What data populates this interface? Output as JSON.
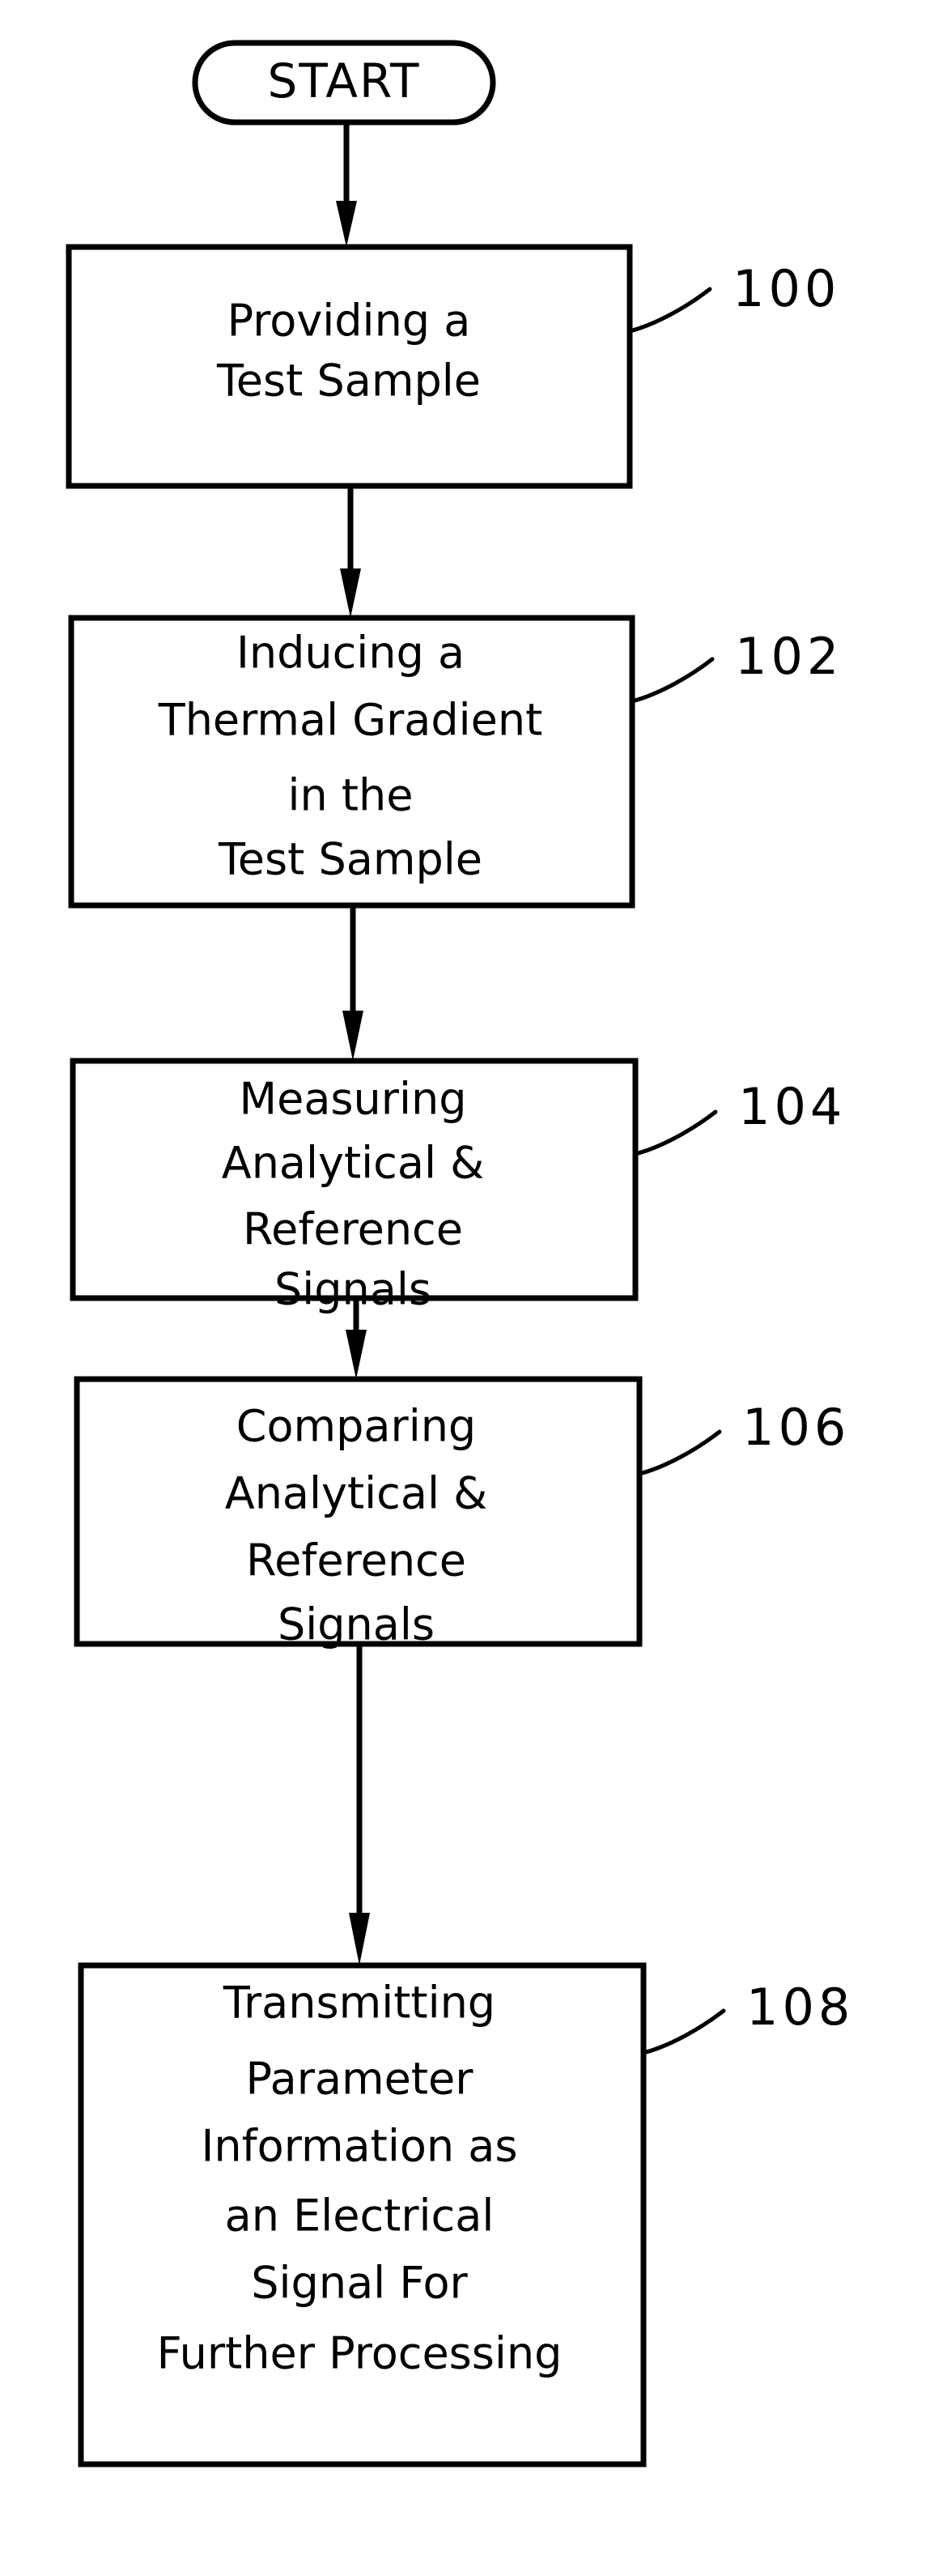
{
  "figure": {
    "type": "flowchart",
    "orientation": "vertical",
    "background_color": "#ffffff",
    "line_color": "#000000",
    "start_node": {
      "label": "START",
      "shape": "stadium"
    },
    "steps": [
      {
        "ref": "100",
        "shape": "rectangle",
        "lines": [
          "Providing a",
          "Test Sample"
        ]
      },
      {
        "ref": "102",
        "shape": "rectangle",
        "lines": [
          "Inducing a",
          "Thermal Gradient",
          "in the",
          "Test Sample"
        ]
      },
      {
        "ref": "104",
        "shape": "rectangle",
        "lines": [
          "Measuring",
          "Analytical &",
          "Reference",
          "Signals"
        ]
      },
      {
        "ref": "106",
        "shape": "rectangle",
        "lines": [
          "Comparing",
          "Analytical &",
          "Reference",
          "Signals"
        ]
      },
      {
        "ref": "108",
        "shape": "rectangle",
        "lines": [
          "Transmitting",
          "Parameter",
          "Information as",
          "an Electrical",
          "Signal For",
          "Further Processing"
        ]
      }
    ],
    "connectors": [
      {
        "from": "START",
        "to": "100",
        "style": "arrow-down"
      },
      {
        "from": "100",
        "to": "102",
        "style": "arrow-down"
      },
      {
        "from": "102",
        "to": "104",
        "style": "arrow-down"
      },
      {
        "from": "104",
        "to": "106",
        "style": "arrow-down"
      },
      {
        "from": "106",
        "to": "108",
        "style": "arrow-down"
      }
    ]
  }
}
